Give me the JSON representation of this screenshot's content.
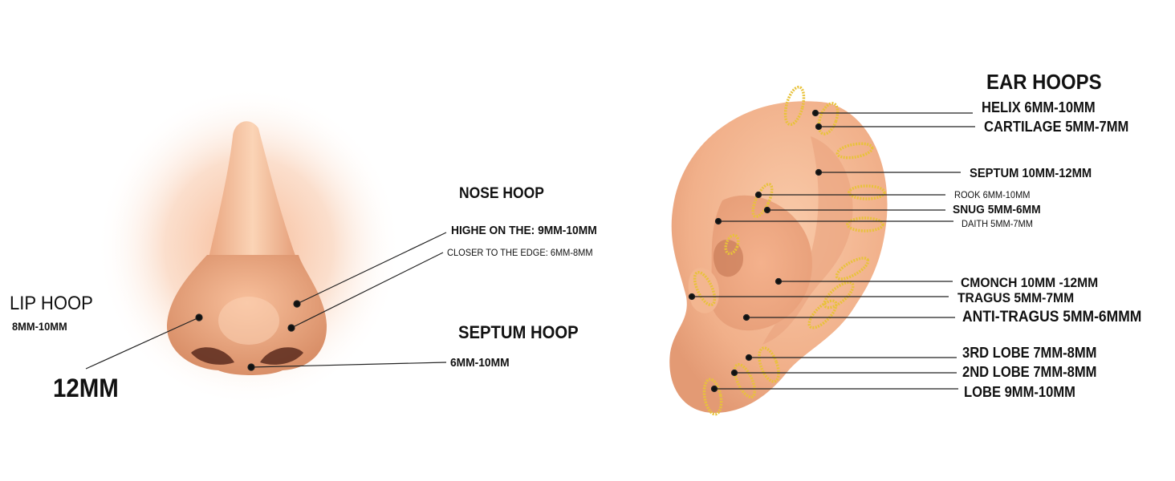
{
  "nose": {
    "lip_hoop_title": "LIP HOOP",
    "lip_hoop_size": "8MM-10MM",
    "lip_hoop_extra": "12MM",
    "nose_hoop_title": "NOSE HOOP",
    "nose_high": "HIGHE ON THE: 9MM-10MM",
    "nose_edge": "CLOSER TO THE EDGE: 6MM-8MM",
    "septum_hoop_title": "SEPTUM HOOP",
    "septum_hoop_size": "6MM-10MM"
  },
  "ear": {
    "title": "EAR HOOPS",
    "labels": [
      "HELIX 6MM-10MM",
      "CARTILAGE 5MM-7MM",
      "SEPTUM 10MM-12MM",
      "ROOK 6MM-10MM",
      "SNUG 5MM-6MM",
      "DAITH 5MM-7MM",
      "CMONCH 10MM -12MM",
      "TRAGUS 5MM-7MM",
      "ANTI-TRAGUS 5MM-6MMM",
      "3RD LOBE 7MM-8MM",
      "2ND LOBE 7MM-8MM",
      "LOBE 9MM-10MM"
    ]
  },
  "colors": {
    "skin": "#f2b48f",
    "skin_dark": "#d9906b",
    "gold": "#e8c23a",
    "line": "#222222"
  }
}
